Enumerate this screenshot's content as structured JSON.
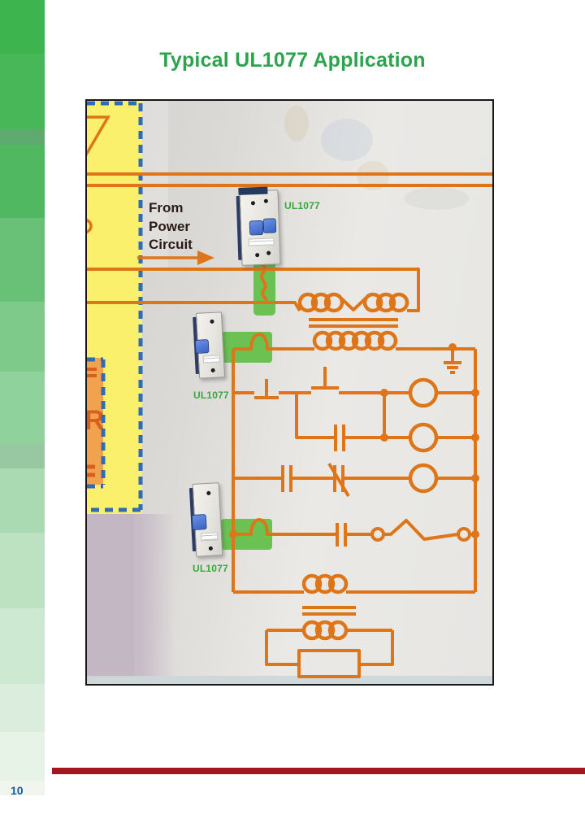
{
  "page": {
    "title": "Typical UL1077 Application",
    "page_number": "10"
  },
  "diagram": {
    "from_power_label": {
      "line1": "From",
      "line2": "Power",
      "line3": "Circuit"
    },
    "breakers": [
      {
        "label": "UL1077",
        "poles": 2
      },
      {
        "label": "UL1077",
        "poles": 1
      },
      {
        "label": "UL1077",
        "poles": 1
      }
    ],
    "panel_text": {
      "letter": "R"
    }
  },
  "colors": {
    "title-green": "#2ca44d",
    "label-green": "#3aa63c",
    "circuit-orange": "#de7519",
    "wire-green": "#6cc153",
    "panel-yellow": "#fbf06c",
    "panel-orange": "#f2a24c",
    "dash-blue": "#2f6cb3",
    "red-bar": "#a3161e",
    "page-blue": "#1d55a7",
    "text-dark": "#2a1b15",
    "mauve": "#c4b7c4"
  }
}
